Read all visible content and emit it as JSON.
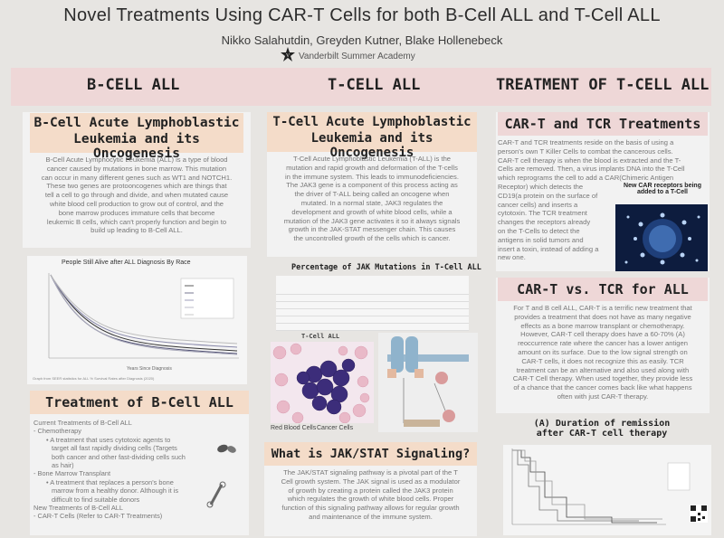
{
  "poster": {
    "title": "Novel Treatments Using CAR-T Cells for both B-Cell ALL and T-Cell ALL",
    "authors": "Nikko Salahutdin, Greyden Kutner, Blake Hollenebeck",
    "affiliation": "Vanderbilt Summer Academy"
  },
  "columns": {
    "b_cell": "B-CELL ALL",
    "t_cell": "T-CELL ALL",
    "treatment": "TREATMENT OF T-CELL ALL"
  },
  "b_section": {
    "heading_line1": "B-Cell Acute Lymphoblastic",
    "heading_line2": "Leukemia and its Oncogenesis",
    "text": [
      "B-Cell Acute Lymphocytic Leukemia (ALL) is a type of blood",
      "cancer caused by mutations in bone marrow. This mutation",
      "can occur in many different genes such as WT1 and NOTCH1.",
      "These two genes are protooncogenes which are things that",
      "tell a cell to go through and divide, and when mutated cause",
      "white blood cell production to grow out of control, and the",
      "bone marrow produces immature cells that become",
      "leukemic B cells, which can't properly function and begin to",
      "build up leading to B-Cell ALL."
    ],
    "chart_title": "People Still Alive after ALL Diagnosis By Race",
    "chart_source": "Graph from SEER statistics for ALL % Survival Rates after Diagnosis (2020)",
    "chart_xlabel": "Years Since Diagnosis"
  },
  "b_treatment": {
    "heading": "Treatment of B-Cell ALL",
    "items": [
      "Current Treatments of B-Cell ALL",
      "- Chemotherapy",
      "• A treatment that uses cytotoxic agents to",
      "target all fast rapidly dividing cells (Targets",
      "both cancer and other fast-dividing cells such",
      "as hair)",
      "- Bone Marrow Transplant",
      "• A treatment that replaces a person's bone",
      "marrow from a healthy donor. Although it is",
      "difficult to find suitable donors",
      "New Treatments of B-Cell ALL",
      "- CAR-T Cells (Refer to CAR-T Treatments)"
    ]
  },
  "t_section": {
    "heading_line1": "T-Cell Acute Lymphoblastic",
    "heading_line2": "Leukemia and its Oncogenesis",
    "text": [
      "T-Cell Acute Lymphoblastic Leukemia (T-ALL) is the",
      "mutation and rapid growth and deformation of the T-cells",
      "in the immune system. This leads to immunodeficiencies.",
      "The JAK3  gene is a component of this process acting as",
      "the driver of T-ALL being called an oncogene when",
      "mutated.  In a normal state, JAK3 regulates the",
      "development and growth of white blood cells, while a",
      "mutation of the JAK3 gene activates it so it always signals",
      "growth in the JAK-STAT messenger chain. This causes",
      "the uncontrolled growth of the cells which is cancer."
    ],
    "table_title": "Percentage of JAK Mutations in T-Cell ALL",
    "image_label": "T-Cell ALL",
    "caption_rbc": "Red Blood Cells",
    "caption_cancer": "Cancer Cells"
  },
  "jak_stat": {
    "heading": "What is JAK/STAT Signaling?",
    "text": [
      "The JAK/STAT signaling pathway is a pivotal part of the T",
      "Cell growth system. The JAK signal is used as a modulator",
      "of growth by creating a protein called the JAK3 protein",
      "which regulates the growth of white blood cells. Proper",
      "function of this signaling pathway allows for regular growth",
      "and maintenance of the immune system."
    ]
  },
  "car_t": {
    "heading": "CAR-T and TCR Treatments",
    "text_full": [
      "CAR-T and TCR treatments reside on the basis of using a",
      "person's own T Killer Cells to combat the cancerous cells.",
      "CAR-T cell therapy is when the blood is extracted and the T-",
      "Cells are removed. Then, a virus implants DNA into the T-Cell",
      "which reprograms the cell to add a CAR(Chimeric Antigen"
    ],
    "text_left": [
      "Receptor) which detects the",
      "CD19(a protein on the surface of",
      "cancer cells) and inserts a",
      "cytotoxin. The TCR treatment",
      "changes the receptors already",
      "on the T-Cells to detect the",
      "antigens in solid tumors and",
      "insert a toxin, instead of adding a",
      "new one."
    ],
    "image_caption_line1": "New CAR receptors being",
    "image_caption_line2": "added to a T-Cell"
  },
  "car_vs_tcr": {
    "heading": "CAR-T vs. TCR for ALL",
    "text": [
      "For T and B cell ALL, CAR-T is a terrific new treatment that",
      "provides a treatment that does not have as many negative",
      "effects as a bone marrow transplant or chemotherapy.",
      "However, CAR-T cell therapy does have a 60-70% (A)",
      "reoccurrence rate where the cancer has a lower antigen",
      "amount on its surface. Due to the low signal strength on",
      "CAR-T cells, it does not recognize this as easily. TCR",
      "treatment can be an alternative and also used along with",
      "CAR-T Cell therapy. When used together, they provide less",
      "of a chance that the cancer comes back like what happens",
      "often with just CAR-T therapy."
    ],
    "remission_title_line1": "(A) Duration of remission",
    "remission_title_line2": "after CAR-T cell therapy"
  }
}
